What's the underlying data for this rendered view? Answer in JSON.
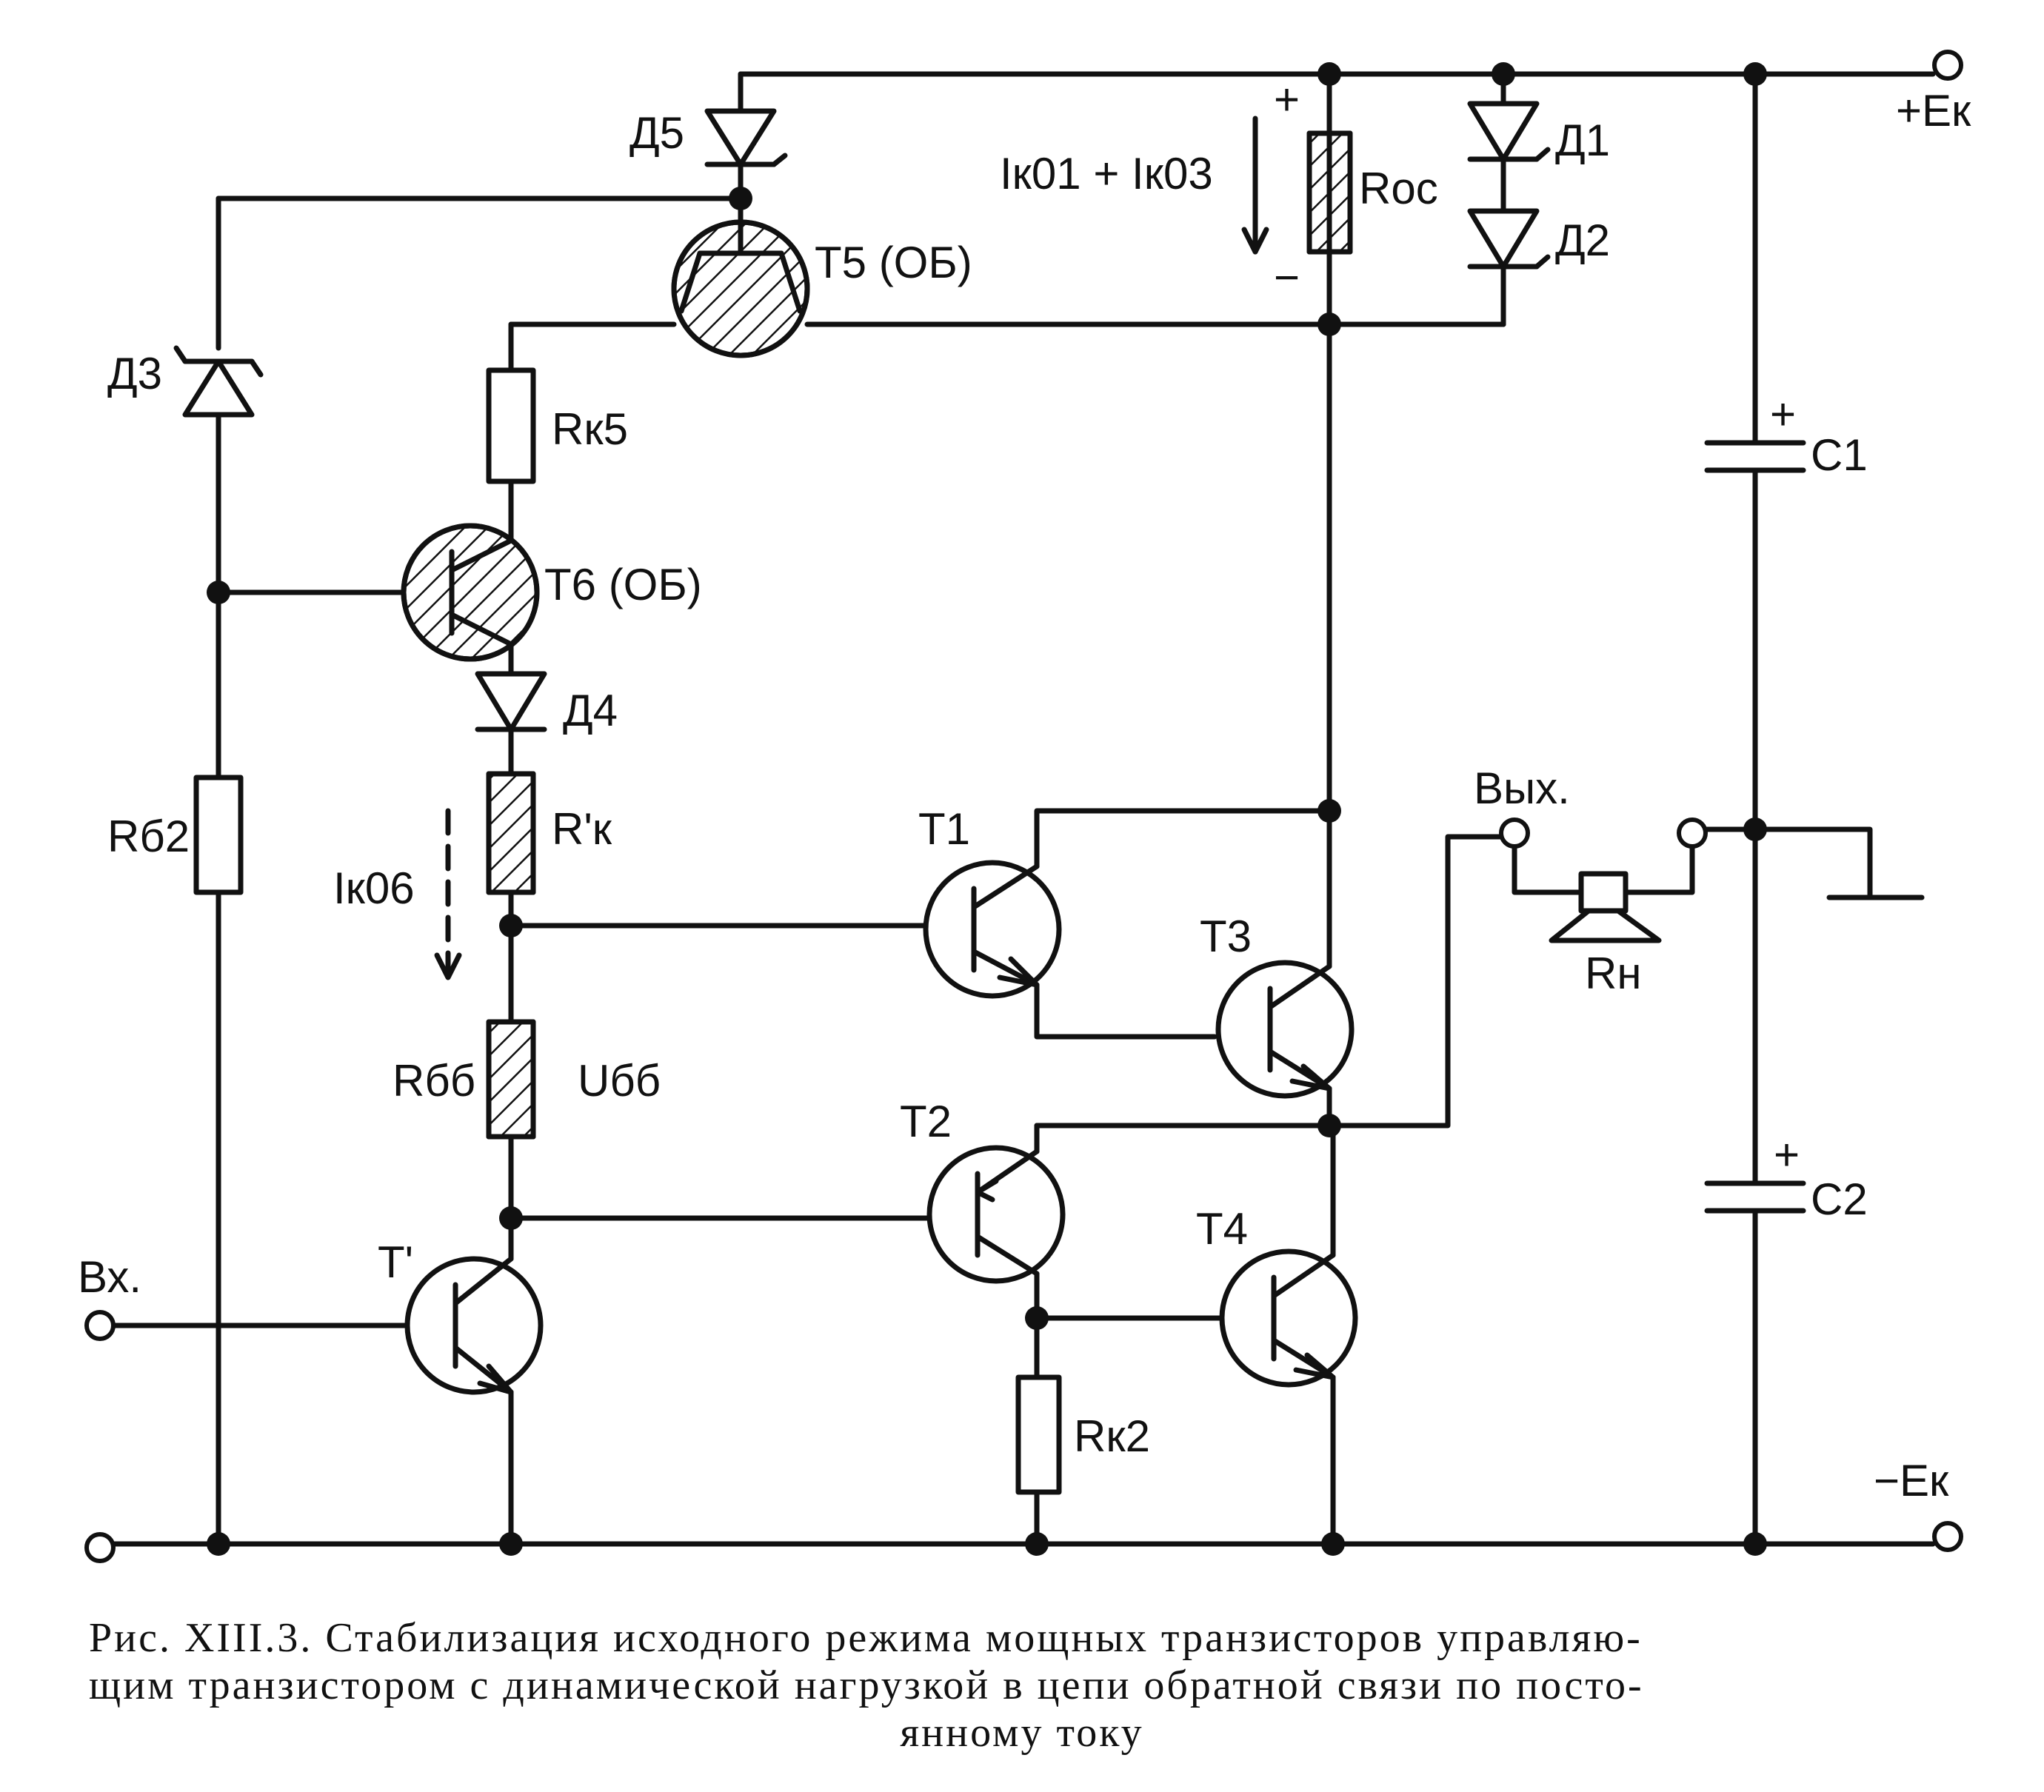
{
  "labels": {
    "d5": "Д5",
    "d1": "Д1",
    "d2": "Д2",
    "d3": "Д3",
    "d4": "Д4",
    "current_top": "Iк01 + Iк03",
    "roc": "Roc",
    "t5": "T5 (ОБ)",
    "rk5": "Rк5",
    "t6": "T6 (ОБ)",
    "rk_prime": "R'к",
    "ik06": "Iк06",
    "rbb": "Rбб",
    "ubb": "Uбб",
    "rb2": "Rб2",
    "t1": "T1",
    "t2": "T2",
    "t3": "T3",
    "t4": "T4",
    "t_prime": "T'",
    "rk2": "Rк2",
    "vx": "Вх.",
    "vyx": "Вых.",
    "rn": "Rн",
    "c1": "C1",
    "c2": "C2",
    "plus_ek": "+Eк",
    "minus_ek": "−Eк",
    "plus": "+",
    "minus": "−"
  },
  "caption": {
    "line1": "Рис. XIII.3. Стабилизация исходного режима мощных транзисторов управляю-",
    "line2": "щим транзистором с динамической нагрузкой в цепи обратной связи по посто-",
    "line3": "янному току"
  }
}
